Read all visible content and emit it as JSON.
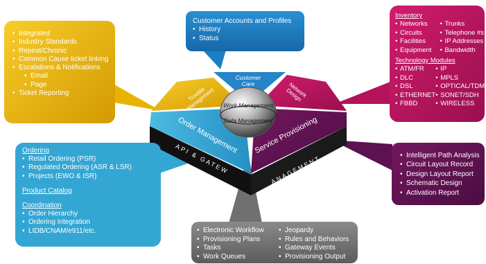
{
  "colors": {
    "yellow": "#eab200",
    "blue": "#1b7fc4",
    "teal": "#34a6d3",
    "magenta": "#b5125c",
    "purple": "#5c1151",
    "gray": "#707070",
    "black": "#111111"
  },
  "customer_care": {
    "title": "Customer Accounts and Profiles",
    "items": [
      "History",
      "Status"
    ],
    "segment_label": "Customer Care"
  },
  "trouble_management": {
    "items": [
      "Integrated",
      "Industry Standards",
      "Repeat/Chronic",
      "Common Cause ticket linking",
      "Escalations & Notifications"
    ],
    "sub_items": [
      "Email",
      "Page"
    ],
    "last_item": "Ticket Reporting",
    "segment_label": "Trouble Management"
  },
  "network_design": {
    "inventory_heading": "Inventory",
    "inventory_left": [
      "Networks",
      "Circuits",
      "Facilities",
      "Equipment"
    ],
    "inventory_right": [
      "Trunks",
      "Telephone #s",
      "IP Addresses",
      "Bandwidth"
    ],
    "tech_heading": "Technology Modules",
    "tech_left": [
      "ATM/FR",
      "DLC",
      "DSL",
      "ETHERNET",
      "FBBD"
    ],
    "tech_right": [
      "IP",
      "MPLS",
      "OPTICAL/TDM",
      "SONET/SDH",
      "WIRELESS"
    ],
    "segment_label": "Network Design"
  },
  "order_management": {
    "ordering_heading": "Ordering",
    "ordering_items": [
      "Retail Ordering (PSR)",
      "Regulated Ordering (ASR & LSR)",
      "Projects (EWO & ISR)"
    ],
    "catalog_heading": "Product Catalog",
    "coordination_heading": "Coordination",
    "coordination_items": [
      "Order Hierarchy",
      "Ordering Integration",
      "LIDB/CNAM/e911/etc."
    ],
    "segment_label": "Order Management"
  },
  "service_provisioning": {
    "items": [
      "Intelligent Path Analysis",
      "Circuit Layout Record",
      "Design Layout Report",
      "Schematic Design",
      "Activation Report"
    ],
    "segment_label": "Service Provisioning"
  },
  "workflow": {
    "left": [
      "Electronic Workflow",
      "Provisioning Plans",
      "Tasks",
      "Work Queues"
    ],
    "right": [
      "Jeopardy",
      "Rules and Behaviors",
      "Gateway Events",
      "Provisioning Output"
    ],
    "base_left_label": "API & GATEW",
    "base_right_label": "ANAGEMENT"
  },
  "hub": {
    "top_label": "Work Management",
    "bottom_label": "Data Management"
  }
}
